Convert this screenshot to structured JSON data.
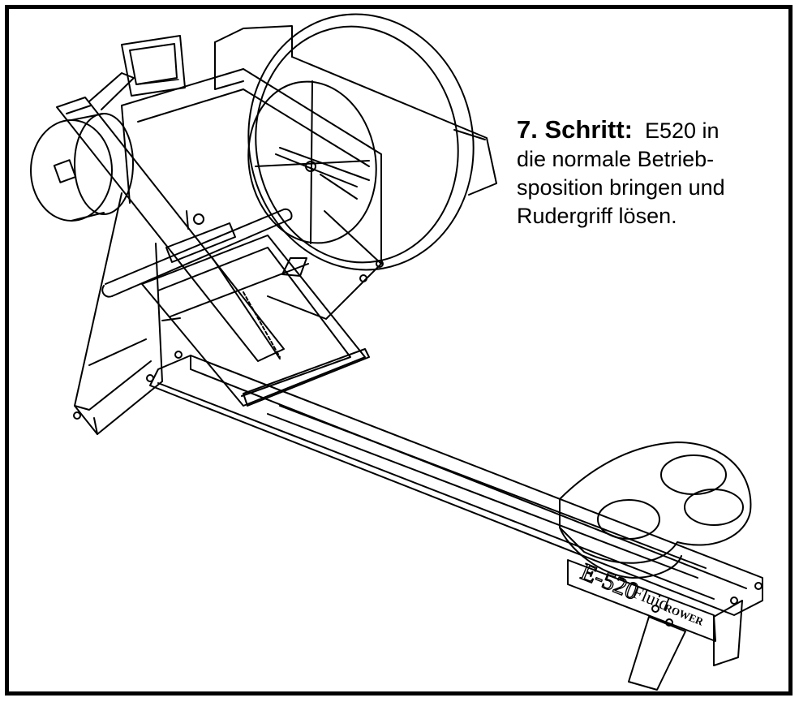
{
  "instruction": {
    "step_label": "7. Schritt:",
    "line1": "E520 in",
    "line2": "die normale Betrieb-",
    "line3": "sposition bringen und",
    "line4": "Rudergriff lösen."
  },
  "machine": {
    "model_mark": "E-520",
    "fluid_mark": "Fluid",
    "rower_mark": "ROWER"
  },
  "colors": {
    "ink": "#000000",
    "paper": "#ffffff"
  }
}
